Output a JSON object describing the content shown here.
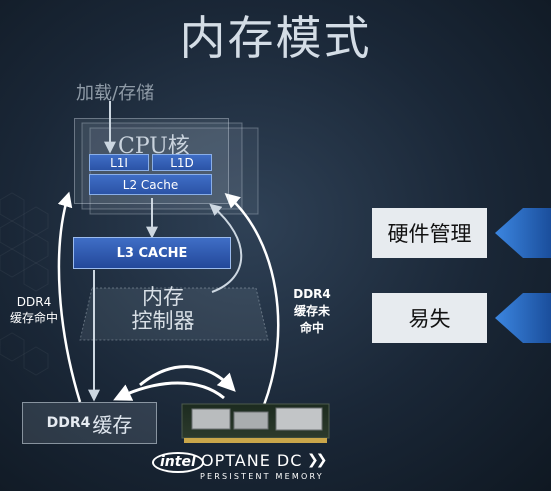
{
  "title": "内存模式",
  "load_store": "加载/存储",
  "cpu_core": {
    "label": "CPU核",
    "l1i": "L1I",
    "l1d": "L1D",
    "l2": "L2 Cache"
  },
  "l3": "L3 CACHE",
  "memory_controller": {
    "line1": "内存",
    "line2": "控制器"
  },
  "ddr4_cache_miss": {
    "line1": "DDR4",
    "line2": "缓存未",
    "line3": "命中"
  },
  "ddr4_cache_hit": {
    "line1": "DDR4",
    "line2": "缓存命中"
  },
  "ddr4_cache_box": {
    "prefix": "DDR4",
    "suffix": "缓存"
  },
  "optane": {
    "brand": "intel",
    "name": "OPTANE DC",
    "chevrons": "❯❯",
    "subtitle": "PERSISTENT MEMORY"
  },
  "side_labels": {
    "hardware_managed": "硬件管理",
    "volatile": "易失"
  },
  "colors": {
    "cache_blue": "#3560b8",
    "side_arrow_blue": "#1f63c4",
    "side_box": "#e7ebef"
  }
}
